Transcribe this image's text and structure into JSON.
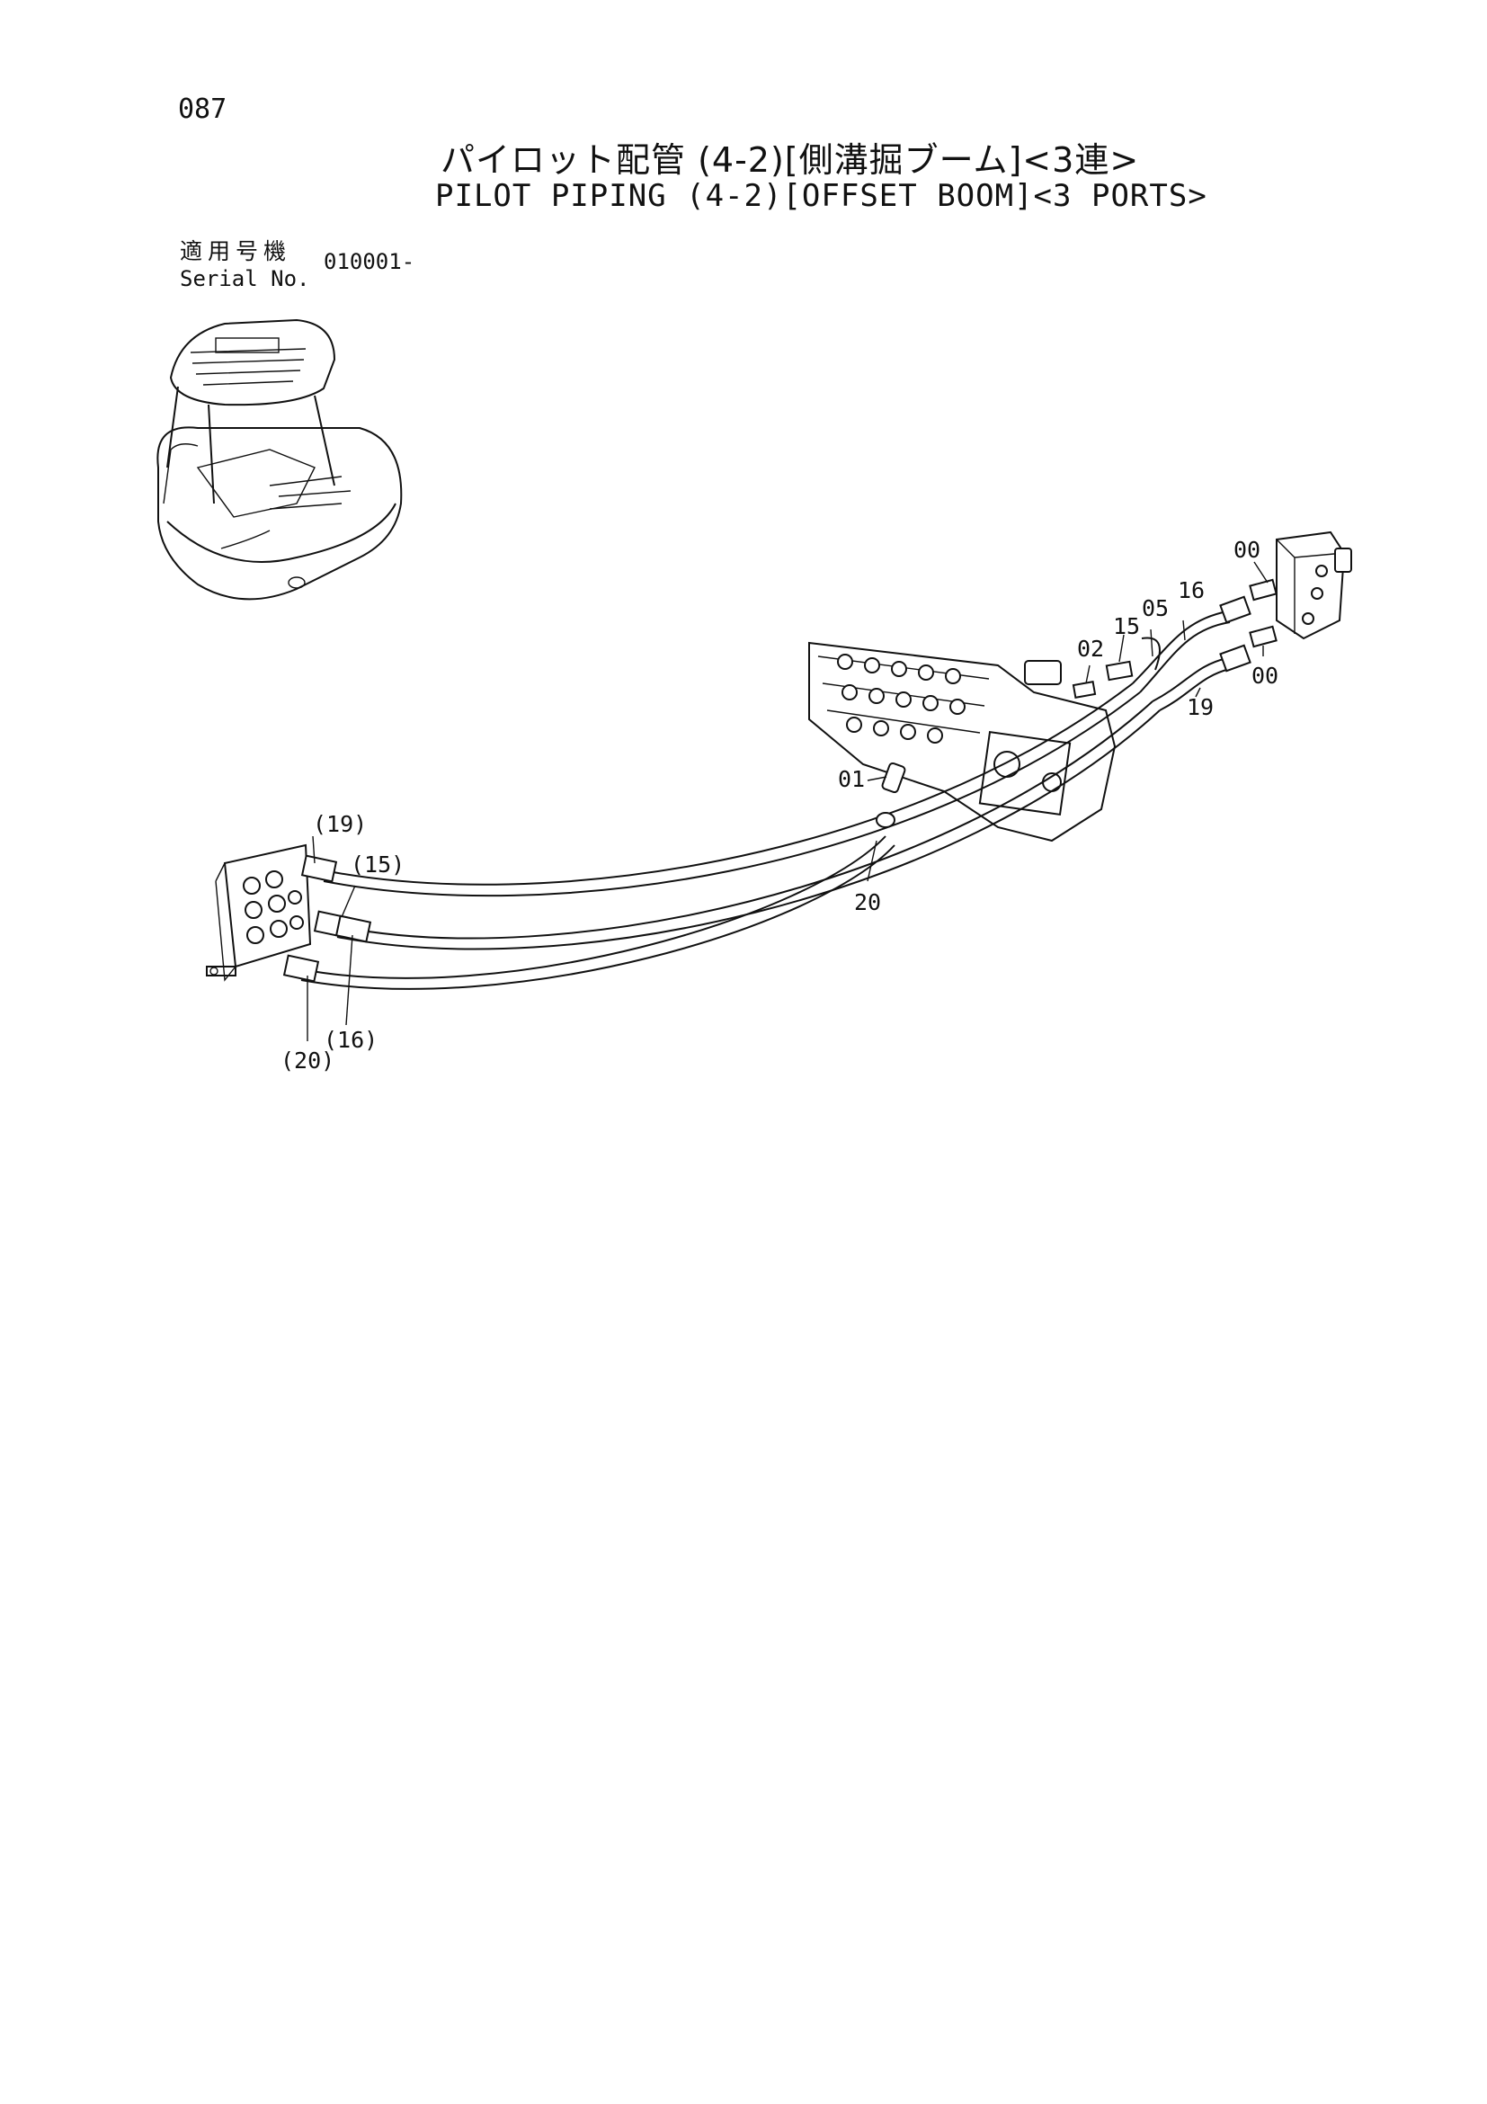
{
  "header": {
    "page_number": "087",
    "title_jp": "パイロット配管 (4-2)[側溝掘ブーム]<3連>",
    "title_en": "PILOT PIPING (4-2)[OFFSET BOOM]<3 PORTS>"
  },
  "serial": {
    "label_jp": "適用号機",
    "label_en": "Serial No.",
    "value": "010001-"
  },
  "callouts": {
    "c00_top": "00",
    "c00_bottom": "00",
    "c16": "16",
    "c05": "05",
    "c15": "15",
    "c02": "02",
    "c19": "19",
    "c01": "01",
    "c20": "20",
    "c19p": "(19)",
    "c15p": "(15)",
    "c16p": "(16)",
    "c20p": "(20)"
  }
}
